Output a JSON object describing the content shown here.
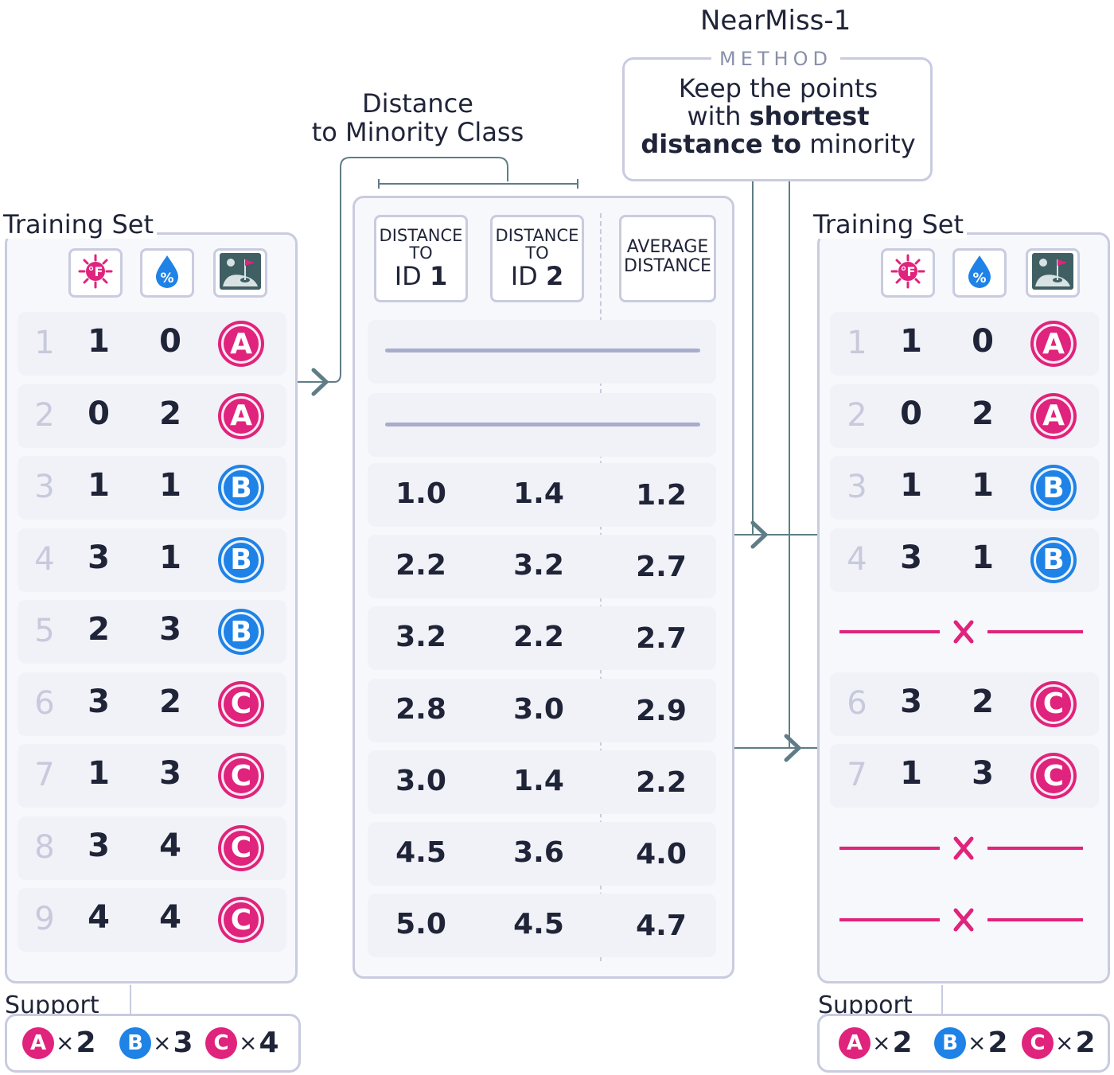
{
  "left_panel": {
    "title": "Training Set",
    "icons": [
      "temperature-icon",
      "humidity-icon",
      "golf-icon"
    ],
    "rows": [
      {
        "id": "1",
        "f1": "1",
        "f2": "0",
        "cls": "A"
      },
      {
        "id": "2",
        "f1": "0",
        "f2": "2",
        "cls": "A"
      },
      {
        "id": "3",
        "f1": "1",
        "f2": "1",
        "cls": "B"
      },
      {
        "id": "4",
        "f1": "3",
        "f2": "1",
        "cls": "B"
      },
      {
        "id": "5",
        "f1": "2",
        "f2": "3",
        "cls": "B"
      },
      {
        "id": "6",
        "f1": "3",
        "f2": "2",
        "cls": "C"
      },
      {
        "id": "7",
        "f1": "1",
        "f2": "3",
        "cls": "C"
      },
      {
        "id": "8",
        "f1": "3",
        "f2": "4",
        "cls": "C"
      },
      {
        "id": "9",
        "f1": "4",
        "f2": "4",
        "cls": "C"
      }
    ],
    "support_label": "Support",
    "support": [
      {
        "cls": "A",
        "count": "2"
      },
      {
        "cls": "B",
        "count": "3"
      },
      {
        "cls": "C",
        "count": "4"
      }
    ]
  },
  "middle_panel": {
    "title_line1": "Distance",
    "title_line2": "to Minority Class",
    "headers": [
      {
        "line1": "DISTANCE",
        "line2": "TO",
        "line3a": "ID ",
        "line3b": "1"
      },
      {
        "line1": "DISTANCE",
        "line2": "TO",
        "line3a": "ID ",
        "line3b": "2"
      },
      {
        "line1": "AVERAGE",
        "line2": "DISTANCE"
      }
    ],
    "rows": [
      {
        "d1": "1.0",
        "d2": "1.4",
        "avg": "1.2"
      },
      {
        "d1": "2.2",
        "d2": "3.2",
        "avg": "2.7"
      },
      {
        "d1": "3.2",
        "d2": "2.2",
        "avg": "2.7"
      },
      {
        "d1": "2.8",
        "d2": "3.0",
        "avg": "2.9"
      },
      {
        "d1": "3.0",
        "d2": "1.4",
        "avg": "2.2"
      },
      {
        "d1": "4.5",
        "d2": "3.6",
        "avg": "4.0"
      },
      {
        "d1": "5.0",
        "d2": "4.5",
        "avg": "4.7"
      }
    ]
  },
  "method_box": {
    "title": "NearMiss-1",
    "label": "METHOD",
    "line1": "Keep the points",
    "line2_a": "with ",
    "line2_b": "shortest",
    "line3_a": "distance to",
    "line3_b": " minority"
  },
  "right_panel": {
    "title": "Training Set",
    "icons": [
      "temperature-icon",
      "humidity-icon",
      "golf-icon"
    ],
    "rows": [
      {
        "id": "1",
        "f1": "1",
        "f2": "0",
        "cls": "A",
        "removed": false
      },
      {
        "id": "2",
        "f1": "0",
        "f2": "2",
        "cls": "A",
        "removed": false
      },
      {
        "id": "3",
        "f1": "1",
        "f2": "1",
        "cls": "B",
        "removed": false
      },
      {
        "id": "4",
        "f1": "3",
        "f2": "1",
        "cls": "B",
        "removed": false
      },
      {
        "id": "5",
        "f1": "2",
        "f2": "3",
        "cls": "B",
        "removed": true
      },
      {
        "id": "6",
        "f1": "3",
        "f2": "2",
        "cls": "C",
        "removed": false
      },
      {
        "id": "7",
        "f1": "1",
        "f2": "3",
        "cls": "C",
        "removed": false
      },
      {
        "id": "8",
        "f1": "3",
        "f2": "4",
        "cls": "C",
        "removed": true
      },
      {
        "id": "9",
        "f1": "4",
        "f2": "4",
        "cls": "C",
        "removed": true
      }
    ],
    "support_label": "Support",
    "support": [
      {
        "cls": "A",
        "count": "2"
      },
      {
        "cls": "B",
        "count": "2"
      },
      {
        "cls": "C",
        "count": "2"
      }
    ]
  },
  "colors": {
    "pink": "#e0237c",
    "blue": "#1f82e6",
    "border": "#c9cbe0",
    "connector": "#5f7d86"
  }
}
